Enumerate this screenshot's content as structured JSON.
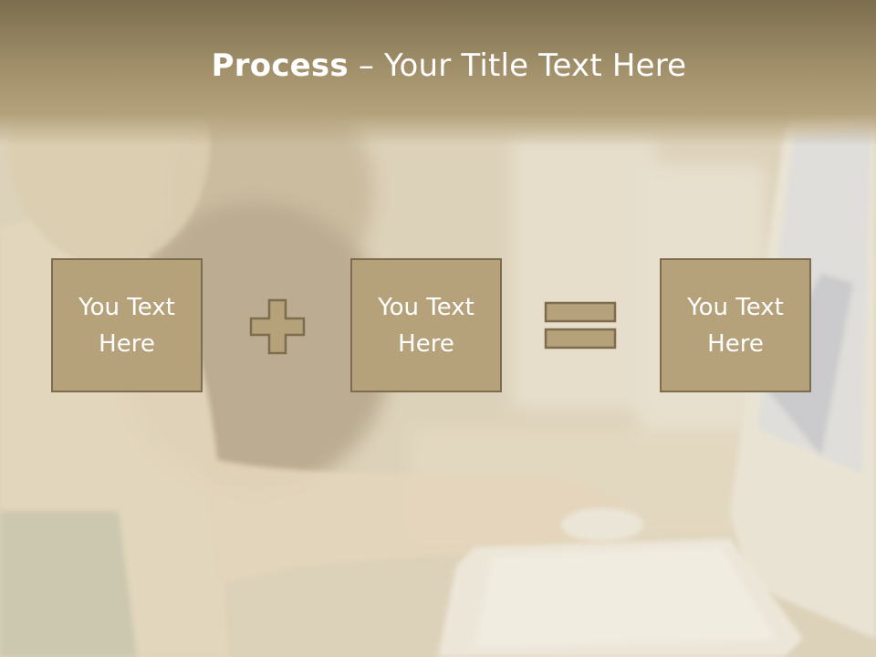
{
  "slide": {
    "title_bold": "Process",
    "title_sep": " – ",
    "title_rest": "Your Title Text Here",
    "boxes": [
      {
        "line1": "You Text",
        "line2": "Here"
      },
      {
        "line1": "You Text",
        "line2": "Here"
      },
      {
        "line1": "You Text",
        "line2": "Here"
      }
    ],
    "operators": [
      "plus-icon",
      "equals-icon"
    ]
  },
  "colors": {
    "header": "#a3926c",
    "box_fill": "#b5a27b",
    "box_border": "#7d6c4d",
    "text": "#ffffff"
  }
}
